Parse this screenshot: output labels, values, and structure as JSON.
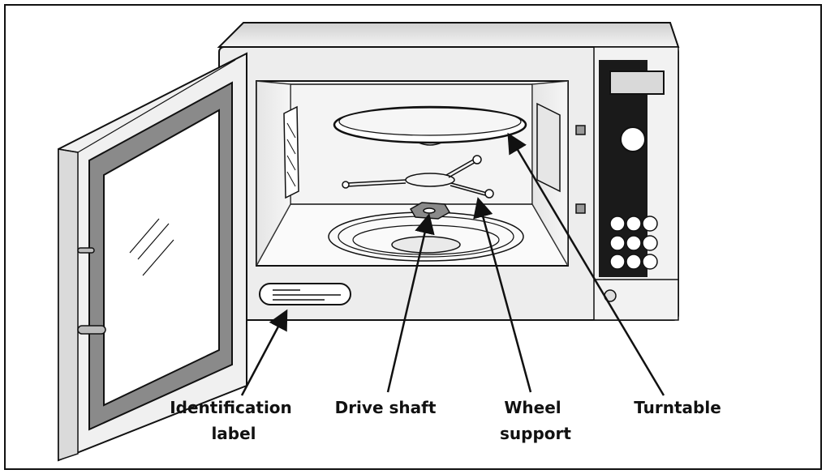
{
  "callouts": [
    {
      "id": "identification-label",
      "lines": [
        "Identification",
        "label"
      ]
    },
    {
      "id": "drive-shaft",
      "lines": [
        "Drive shaft"
      ]
    },
    {
      "id": "wheel-support",
      "lines": [
        "Wheel",
        "support"
      ]
    },
    {
      "id": "turntable",
      "lines": [
        "Turntable"
      ]
    }
  ],
  "colors": {
    "outline": "#111111",
    "body_gray": "#e8e8e8",
    "panel_dark": "#1a1a1a",
    "door_seal": "#8a8a8a"
  }
}
